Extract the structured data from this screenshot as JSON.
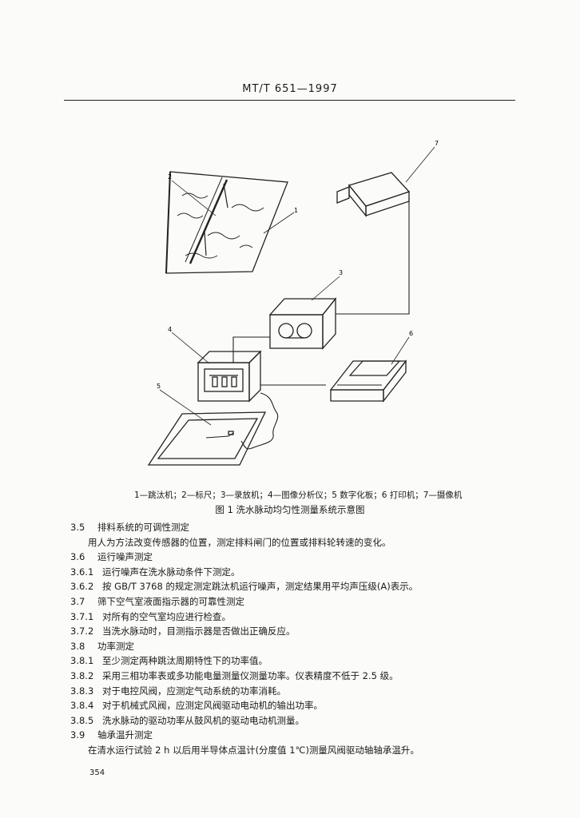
{
  "header": {
    "standard_code": "MT/T 651—1997"
  },
  "figure": {
    "callouts": [
      "1",
      "2",
      "3",
      "4",
      "5",
      "6",
      "7"
    ],
    "legend": "1—跳汰机；2—标尺；3—录放机；4—图像分析仪；5  数字化板；6  打印机；7—摄像机",
    "caption": "图 1  洗水脉动均匀性测量系统示意图"
  },
  "sections": [
    {
      "num": "3.5",
      "text": "排料系统的可调性测定",
      "kind": "heading"
    },
    {
      "num": "",
      "text": "用人为方法改变传感器的位置，测定排料闸门的位置或排料轮转速的变化。",
      "kind": "para"
    },
    {
      "num": "3.6",
      "text": "运行噪声测定",
      "kind": "heading"
    },
    {
      "num": "3.6.1",
      "text": "运行噪声在洗水脉动条件下测定。",
      "kind": "sub"
    },
    {
      "num": "3.6.2",
      "text": "按 GB/T 3768 的规定测定跳汰机运行噪声，测定结果用平均声压级(A)表示。",
      "kind": "sub"
    },
    {
      "num": "3.7",
      "text": "筛下空气室液面指示器的可靠性测定",
      "kind": "heading"
    },
    {
      "num": "3.7.1",
      "text": "对所有的空气室均应进行检查。",
      "kind": "sub"
    },
    {
      "num": "3.7.2",
      "text": "当洗水脉动时，目测指示器是否做出正确反应。",
      "kind": "sub"
    },
    {
      "num": "3.8",
      "text": "功率测定",
      "kind": "heading"
    },
    {
      "num": "3.8.1",
      "text": "至少测定两种跳汰周期特性下的功率值。",
      "kind": "sub"
    },
    {
      "num": "3.8.2",
      "text": "采用三相功率表或多功能电量测量仪测量功率。仪表精度不低于 2.5 级。",
      "kind": "sub"
    },
    {
      "num": "3.8.3",
      "text": "对于电控风阀，应测定气动系统的功率消耗。",
      "kind": "sub"
    },
    {
      "num": "3.8.4",
      "text": "对于机械式风阀，应测定风阀驱动电动机的输出功率。",
      "kind": "sub"
    },
    {
      "num": "3.8.5",
      "text": "洗水脉动的驱动功率从鼓风机的驱动电动机测量。",
      "kind": "sub"
    },
    {
      "num": "3.9",
      "text": "轴承温升测定",
      "kind": "heading"
    },
    {
      "num": "",
      "text": "在清水运行试验 2 h 以后用半导体点温计(分度值 1℃)测量风阀驱动轴轴承温升。",
      "kind": "para"
    }
  ],
  "footer": {
    "page_number": "354"
  }
}
